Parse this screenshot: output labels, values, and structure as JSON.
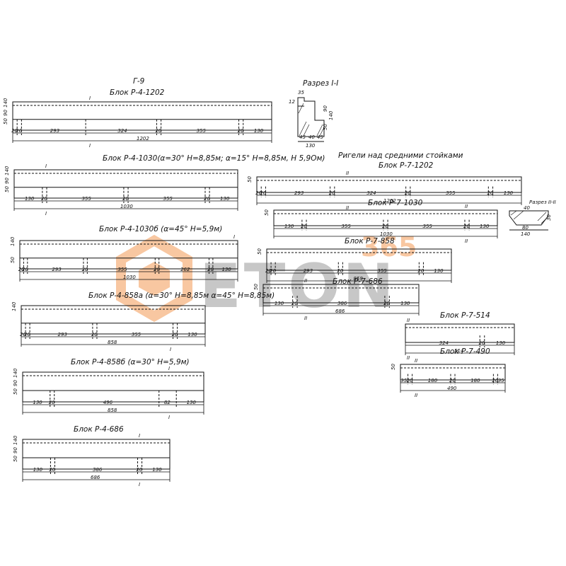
{
  "sheet": {
    "page_title": "Г-9",
    "section_title": "Разрез I-I",
    "section2_title": "Разрез II-II",
    "middle_heading": "Ригели над средними стойками"
  },
  "watermark": {
    "word": "ETON",
    "superscript": "365",
    "accent": "#f39a55",
    "gray": "#9a9a9a"
  },
  "blocks": [
    {
      "id": "b1",
      "title": "Блок Р-4-1202",
      "h1": "140",
      "h2": "90",
      "h3": "50",
      "segs": [
        "20",
        "20",
        "293",
        "324",
        "20",
        "355",
        "20",
        "130"
      ],
      "total": "1202",
      "mark_top": "I",
      "mark_bot": "I"
    },
    {
      "id": "b2",
      "title": "Блок Р-4-1030(α=30° H=8,85м; α=15° H=8,85м, H 5,9Ом)",
      "h1": "140",
      "h2": "90",
      "h3": "50",
      "segs": [
        "130",
        "20",
        "355",
        "20",
        "355",
        "20",
        "130"
      ],
      "total": "1030",
      "mark_top": "I",
      "mark_bot": "I"
    },
    {
      "id": "b3",
      "title": "Блок Р-4-1030б (α=45° H=5,9м)",
      "h1": "140",
      "h2": "",
      "h3": "50",
      "segs": [
        "20",
        "20",
        "293",
        "20",
        "355",
        "20",
        "262",
        "20",
        "130"
      ],
      "total": "1030",
      "mark_top": "I",
      "mark_bot": ""
    },
    {
      "id": "b4",
      "title": "Блок Р-4-858а (α=30° H=8,85м α=45° H=8,85м)",
      "h1": "140",
      "h2": "",
      "h3": "",
      "segs": [
        "20",
        "20",
        "293",
        "20",
        "355",
        "20",
        "130"
      ],
      "total": "858",
      "mark_top": "",
      "mark_bot": "I"
    },
    {
      "id": "b5",
      "title": "Блок Р-4-858б (α=30° H=5,9м)",
      "h1": "140",
      "h2": "90",
      "h3": "50",
      "segs": [
        "130",
        "20",
        "496",
        "82",
        "130"
      ],
      "total": "858",
      "mark_top": "I",
      "mark_bot": "I"
    },
    {
      "id": "b6",
      "title": "Блок Р-4-686",
      "h1": "140",
      "h2": "90",
      "h3": "50",
      "segs": [
        "130",
        "20",
        "386",
        "20",
        "130"
      ],
      "total": "686",
      "mark_top": "I",
      "mark_bot": "I"
    },
    {
      "id": "b7",
      "title": "Блок Р-7-1202",
      "h1": "50",
      "h2": "",
      "h3": "",
      "segs": [
        "20",
        "20",
        "293",
        "20",
        "324",
        "20",
        "355",
        "20",
        "130"
      ],
      "total": "1202",
      "mark_top": "II",
      "mark_bot": "II"
    },
    {
      "id": "b8",
      "title": "Блок Р-7-1030",
      "h1": "50",
      "h2": "",
      "h3": "",
      "segs": [
        "130",
        "20",
        "355",
        "20",
        "355",
        "20",
        "130"
      ],
      "total": "1030",
      "mark_top": "II",
      "mark_bot": "II"
    },
    {
      "id": "b9",
      "title": "Блок Р-7-858",
      "h1": "50",
      "h2": "",
      "h3": "",
      "segs": [
        "20",
        "20",
        "293",
        "20",
        "355",
        "20",
        "130"
      ],
      "total": "858",
      "mark_top": "",
      "mark_bot": ""
    },
    {
      "id": "b10",
      "title": "Блок Р-7-686",
      "h1": "50",
      "h2": "",
      "h3": "",
      "segs": [
        "130",
        "20",
        "386",
        "20",
        "130"
      ],
      "total": "686",
      "mark_top": "II",
      "mark_bot": "II"
    },
    {
      "id": "b11",
      "title": "Блок Р-7-514",
      "h1": "",
      "h2": "",
      "h3": "",
      "segs": [
        "324",
        "20",
        "130"
      ],
      "total": "514",
      "mark_top": "II",
      "mark_bot": "II"
    },
    {
      "id": "b12",
      "title": "Блок Р-7-490",
      "h1": "50",
      "h2": "",
      "h3": "",
      "segs": [
        "35",
        "20",
        "180",
        "20",
        "180",
        "20",
        "35"
      ],
      "total": "490",
      "mark_top": "II",
      "mark_bot": "II"
    }
  ],
  "section1": {
    "dims": [
      "35",
      "12",
      "140",
      "90",
      "50",
      "45",
      "40",
      "45",
      "130"
    ]
  },
  "section2": {
    "dims": [
      "40",
      "30",
      "80",
      "140"
    ]
  }
}
